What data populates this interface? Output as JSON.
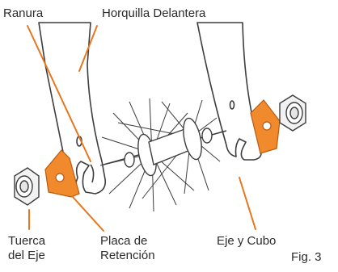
{
  "labels": {
    "slot": "Ranura",
    "front_fork": "Horquilla Delantera",
    "axle_nut": [
      "Tuerca",
      "del Eje"
    ],
    "retention_plate": [
      "Placa de",
      "Retención"
    ],
    "axle_hub": "Eje y Cubo",
    "figure": "Fig. 3"
  },
  "colors": {
    "line": "#3d3d3d",
    "callout": "#e8761e",
    "fork_fill": "#ffffff",
    "plate_fill": "#f08a2c",
    "nut_fill": "#f2f2f2"
  }
}
